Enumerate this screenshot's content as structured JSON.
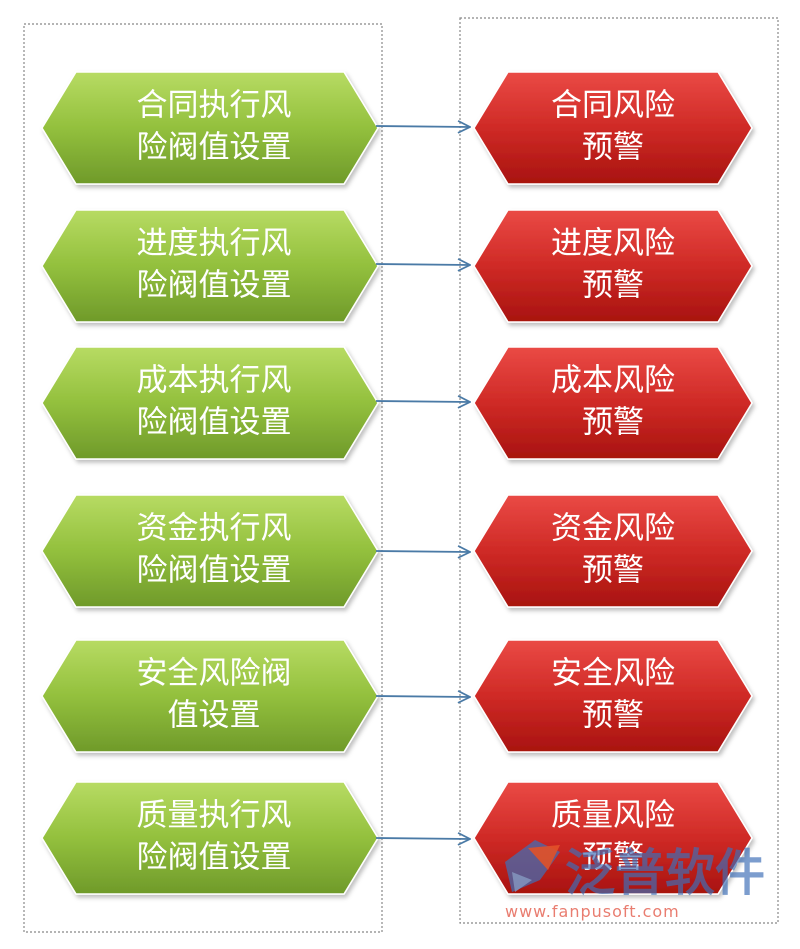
{
  "colors": {
    "green_light": "#a6cf52",
    "green_dark": "#6f9a2a",
    "red_light": "#e23d39",
    "red_dark": "#a8130f",
    "connector": "#4a7aa6",
    "frame": "#888888"
  },
  "rows": [
    {
      "threshold": [
        "合同执行风",
        "险阀值设置"
      ],
      "warning": [
        "合同风险",
        "预警"
      ]
    },
    {
      "threshold": [
        "进度执行风",
        "险阀值设置"
      ],
      "warning": [
        "进度风险",
        "预警"
      ]
    },
    {
      "threshold": [
        "成本执行风",
        "险阀值设置"
      ],
      "warning": [
        "成本风险",
        "预警"
      ]
    },
    {
      "threshold": [
        "资金执行风",
        "险阀值设置"
      ],
      "warning": [
        "资金风险",
        "预警"
      ]
    },
    {
      "threshold": [
        "安全风险阀",
        "值设置"
      ],
      "warning": [
        "安全风险",
        "预警"
      ]
    },
    {
      "threshold": [
        "质量执行风",
        "险阀值设置"
      ],
      "warning": [
        "质量风险",
        "预警"
      ]
    }
  ],
  "watermark": {
    "logo_icon": "fanpu-logo-icon",
    "brand": "泛普软件",
    "url": "www.fanpusoft.com"
  }
}
